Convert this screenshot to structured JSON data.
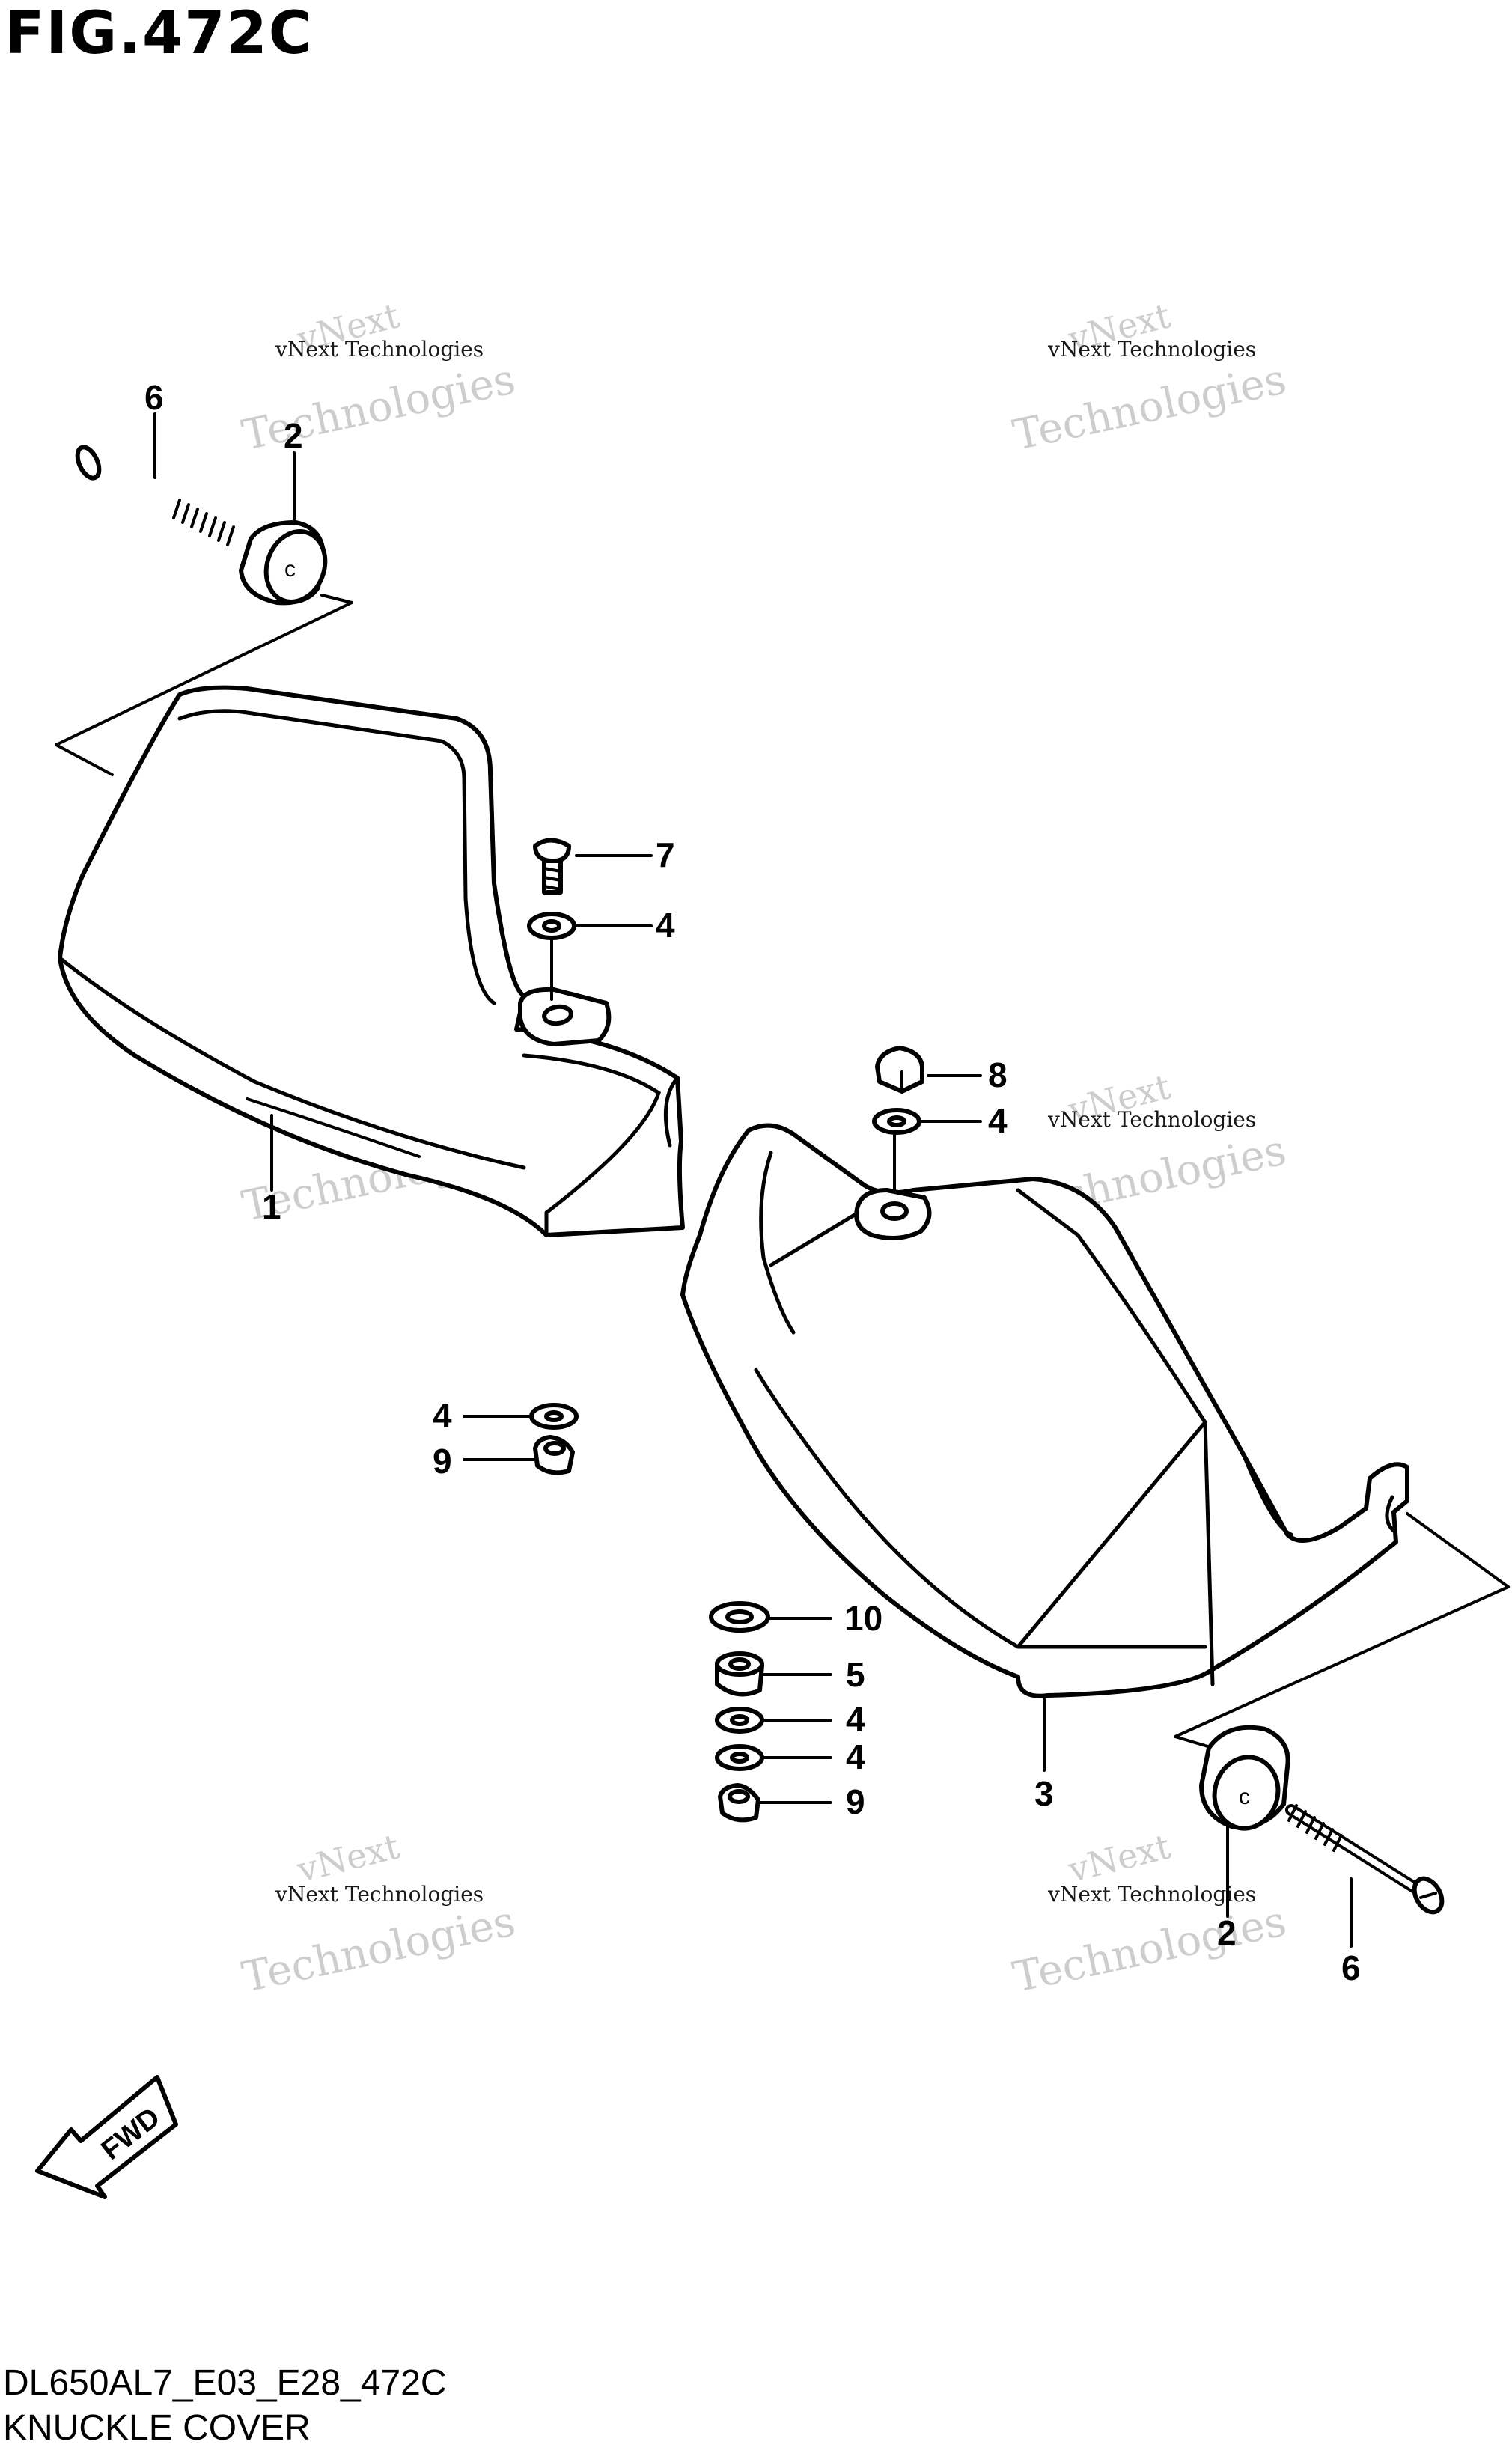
{
  "figure": {
    "title": "FIG.472C"
  },
  "footer": {
    "code": "DL650AL7_E03_E28_472C",
    "name": "KNUCKLE COVER"
  },
  "watermark": {
    "line1": "vNext",
    "line2": "vNext Technologies",
    "line3": "Technologies"
  },
  "fwd_label": "FWD",
  "callouts": {
    "c1": "1",
    "c2a": "2",
    "c2b": "2",
    "c3": "3",
    "c4a": "4",
    "c4b": "4",
    "c4c": "4",
    "c4d": "4",
    "c4e": "4",
    "c5": "5",
    "c6a": "6",
    "c6b": "6",
    "c7": "7",
    "c8": "8",
    "c9a": "9",
    "c9b": "9",
    "c10": "10"
  }
}
